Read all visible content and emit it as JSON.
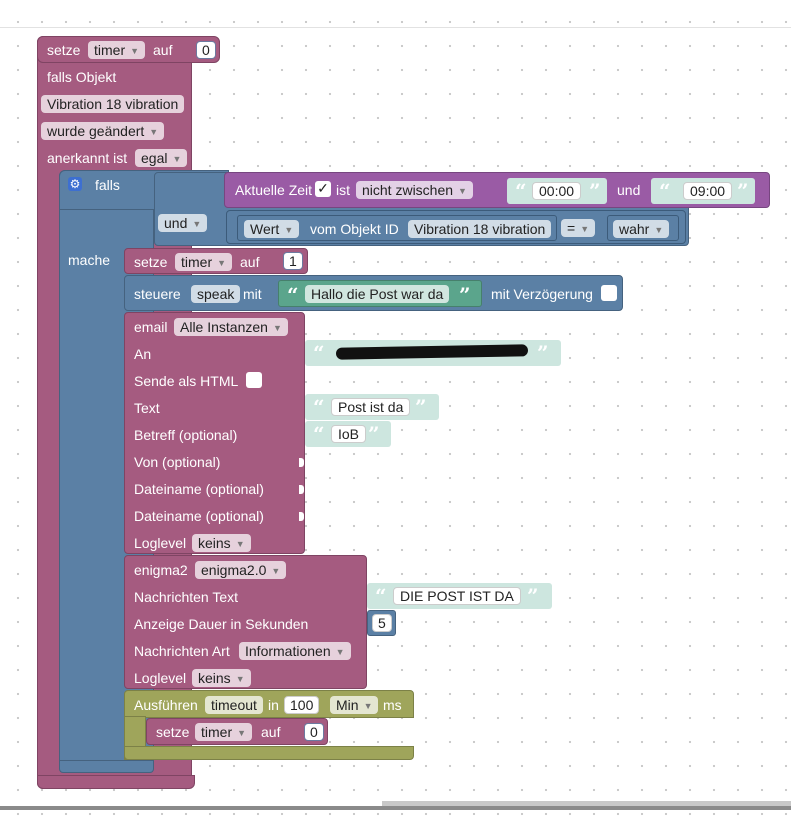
{
  "workspace": {
    "set_timer_outer": {
      "label": "setze",
      "var": "timer",
      "to": "auf",
      "value": "0"
    },
    "trigger": {
      "title": "falls Objekt",
      "object": "Vibration 18 vibration",
      "condition": "wurde geändert",
      "ack_label": "anerkannt ist",
      "ack_value": "egal"
    },
    "if_block": {
      "if_label": "falls",
      "do_label": "mache",
      "time_cond": {
        "label": "Aktuelle Zeit",
        "checkbox": "✓",
        "is": "ist",
        "mode": "nicht zwischen",
        "from": "00:00",
        "and": "und",
        "to": "09:00"
      },
      "and_op": "und",
      "value_cond": {
        "attr": "Wert",
        "of": "vom Objekt ID",
        "object": "Vibration 18 vibration",
        "op": "=",
        "value": "wahr"
      }
    },
    "set_timer_inner": {
      "label": "setze",
      "var": "timer",
      "to": "auf",
      "value": "1"
    },
    "speak": {
      "label": "steuere",
      "target": "speak",
      "with": "mit",
      "text": "Hallo die Post war da",
      "delay_label": "mit Verzögerung"
    },
    "email": {
      "label": "email",
      "instance": "Alle Instanzen",
      "to_label": "An",
      "html_label": "Sende als HTML",
      "text_label": "Text",
      "text_value": "Post ist da",
      "subject_label": "Betreff (optional)",
      "subject_value": "IoB",
      "from_label": "Von (optional)",
      "file1_label": "Dateiname (optional)",
      "file2_label": "Dateiname (optional)",
      "loglevel_label": "Loglevel",
      "loglevel_value": "keins"
    },
    "enigma": {
      "label": "enigma2",
      "instance": "enigma2.0",
      "msg_label": "Nachrichten Text",
      "msg_value": "DIE POST IST DA",
      "duration_label": "Anzeige Dauer in Sekunden",
      "duration_value": "5",
      "type_label": "Nachrichten Art",
      "type_value": "Informationen",
      "loglevel_label": "Loglevel",
      "loglevel_value": "keins"
    },
    "timeout": {
      "label": "Ausführen",
      "name": "timeout",
      "in": "in",
      "value": "100",
      "unit": "Min",
      "ms": "ms"
    },
    "set_timer_timeout": {
      "label": "setze",
      "var": "timer",
      "to": "auf",
      "value": "0"
    }
  },
  "glyphs": {
    "dropdown": "▼",
    "quote_open": "“",
    "quote_close": "”",
    "gear": "⚙"
  },
  "colors": {
    "event_pink": "#a55b80",
    "logic_blue": "#5b80a5",
    "text_green": "#5ba58c",
    "timer_olive": "#9fa55b",
    "time_purple": "#9a5ba5",
    "string_bg": "#cde6df"
  }
}
